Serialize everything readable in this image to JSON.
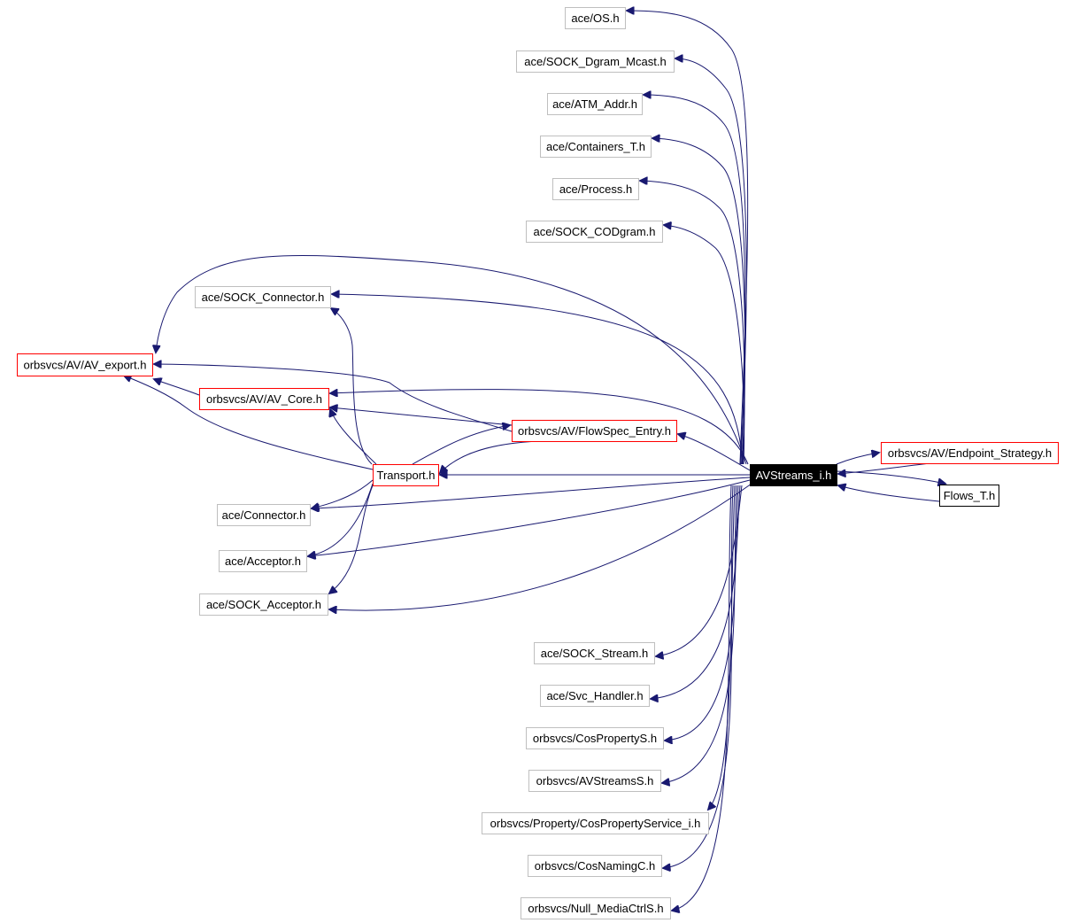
{
  "colors": {
    "edge": "#191970",
    "system_border": "#bfbfbf",
    "project_border": "#ff0000",
    "plain_border": "#000000",
    "focus_fill": "#000000",
    "focus_text": "#ffffff",
    "text": "#000000"
  },
  "nodes": {
    "avstreams_i": {
      "label": "AVStreams_i.h",
      "kind": "focus"
    },
    "endpoint_strategy": {
      "label": "orbsvcs/AV/Endpoint_Strategy.h",
      "kind": "project"
    },
    "flows_t": {
      "label": "Flows_T.h",
      "kind": "plain"
    },
    "ace_os": {
      "label": "ace/OS.h",
      "kind": "system"
    },
    "sock_dgram_mcast": {
      "label": "ace/SOCK_Dgram_Mcast.h",
      "kind": "system"
    },
    "atm_addr": {
      "label": "ace/ATM_Addr.h",
      "kind": "system"
    },
    "containers_t": {
      "label": "ace/Containers_T.h",
      "kind": "system"
    },
    "process": {
      "label": "ace/Process.h",
      "kind": "system"
    },
    "sock_codgram": {
      "label": "ace/SOCK_CODgram.h",
      "kind": "system"
    },
    "sock_connector": {
      "label": "ace/SOCK_Connector.h",
      "kind": "system"
    },
    "av_export": {
      "label": "orbsvcs/AV/AV_export.h",
      "kind": "project"
    },
    "av_core": {
      "label": "orbsvcs/AV/AV_Core.h",
      "kind": "project"
    },
    "flowspec_entry": {
      "label": "orbsvcs/AV/FlowSpec_Entry.h",
      "kind": "project"
    },
    "transport": {
      "label": "Transport.h",
      "kind": "project"
    },
    "connector": {
      "label": "ace/Connector.h",
      "kind": "system"
    },
    "acceptor": {
      "label": "ace/Acceptor.h",
      "kind": "system"
    },
    "sock_acceptor": {
      "label": "ace/SOCK_Acceptor.h",
      "kind": "system"
    },
    "sock_stream": {
      "label": "ace/SOCK_Stream.h",
      "kind": "system"
    },
    "svc_handler": {
      "label": "ace/Svc_Handler.h",
      "kind": "system"
    },
    "cospropertys": {
      "label": "orbsvcs/CosPropertyS.h",
      "kind": "system"
    },
    "avstreamss": {
      "label": "orbsvcs/AVStreamsS.h",
      "kind": "system"
    },
    "cospropertyservice_i": {
      "label": "orbsvcs/Property/CosPropertyService_i.h",
      "kind": "system"
    },
    "cosnamingc": {
      "label": "orbsvcs/CosNamingC.h",
      "kind": "system"
    },
    "null_mediactrls": {
      "label": "orbsvcs/Null_MediaCtrlS.h",
      "kind": "system"
    }
  },
  "edges": [
    {
      "from": "avstreams_i",
      "to": "ace_os"
    },
    {
      "from": "avstreams_i",
      "to": "sock_dgram_mcast"
    },
    {
      "from": "avstreams_i",
      "to": "atm_addr"
    },
    {
      "from": "avstreams_i",
      "to": "containers_t"
    },
    {
      "from": "avstreams_i",
      "to": "process"
    },
    {
      "from": "avstreams_i",
      "to": "sock_codgram"
    },
    {
      "from": "avstreams_i",
      "to": "sock_connector"
    },
    {
      "from": "avstreams_i",
      "to": "av_export"
    },
    {
      "from": "avstreams_i",
      "to": "av_core"
    },
    {
      "from": "avstreams_i",
      "to": "flowspec_entry"
    },
    {
      "from": "avstreams_i",
      "to": "transport"
    },
    {
      "from": "avstreams_i",
      "to": "connector"
    },
    {
      "from": "avstreams_i",
      "to": "acceptor"
    },
    {
      "from": "avstreams_i",
      "to": "sock_acceptor"
    },
    {
      "from": "avstreams_i",
      "to": "sock_stream"
    },
    {
      "from": "avstreams_i",
      "to": "svc_handler"
    },
    {
      "from": "avstreams_i",
      "to": "cospropertys"
    },
    {
      "from": "avstreams_i",
      "to": "avstreamss"
    },
    {
      "from": "avstreams_i",
      "to": "cospropertyservice_i"
    },
    {
      "from": "avstreams_i",
      "to": "cosnamingc"
    },
    {
      "from": "avstreams_i",
      "to": "null_mediactrls"
    },
    {
      "from": "avstreams_i",
      "to": "endpoint_strategy"
    },
    {
      "from": "avstreams_i",
      "to": "flows_t"
    },
    {
      "from": "endpoint_strategy",
      "to": "avstreams_i"
    },
    {
      "from": "flows_t",
      "to": "avstreams_i"
    },
    {
      "from": "av_core",
      "to": "av_export"
    },
    {
      "from": "flowspec_entry",
      "to": "av_export"
    },
    {
      "from": "flowspec_entry",
      "to": "av_core"
    },
    {
      "from": "flowspec_entry",
      "to": "transport"
    },
    {
      "from": "transport",
      "to": "av_export"
    },
    {
      "from": "transport",
      "to": "av_core"
    },
    {
      "from": "transport",
      "to": "flowspec_entry"
    },
    {
      "from": "transport",
      "to": "sock_connector"
    },
    {
      "from": "transport",
      "to": "connector"
    },
    {
      "from": "transport",
      "to": "acceptor"
    },
    {
      "from": "transport",
      "to": "sock_acceptor"
    }
  ]
}
